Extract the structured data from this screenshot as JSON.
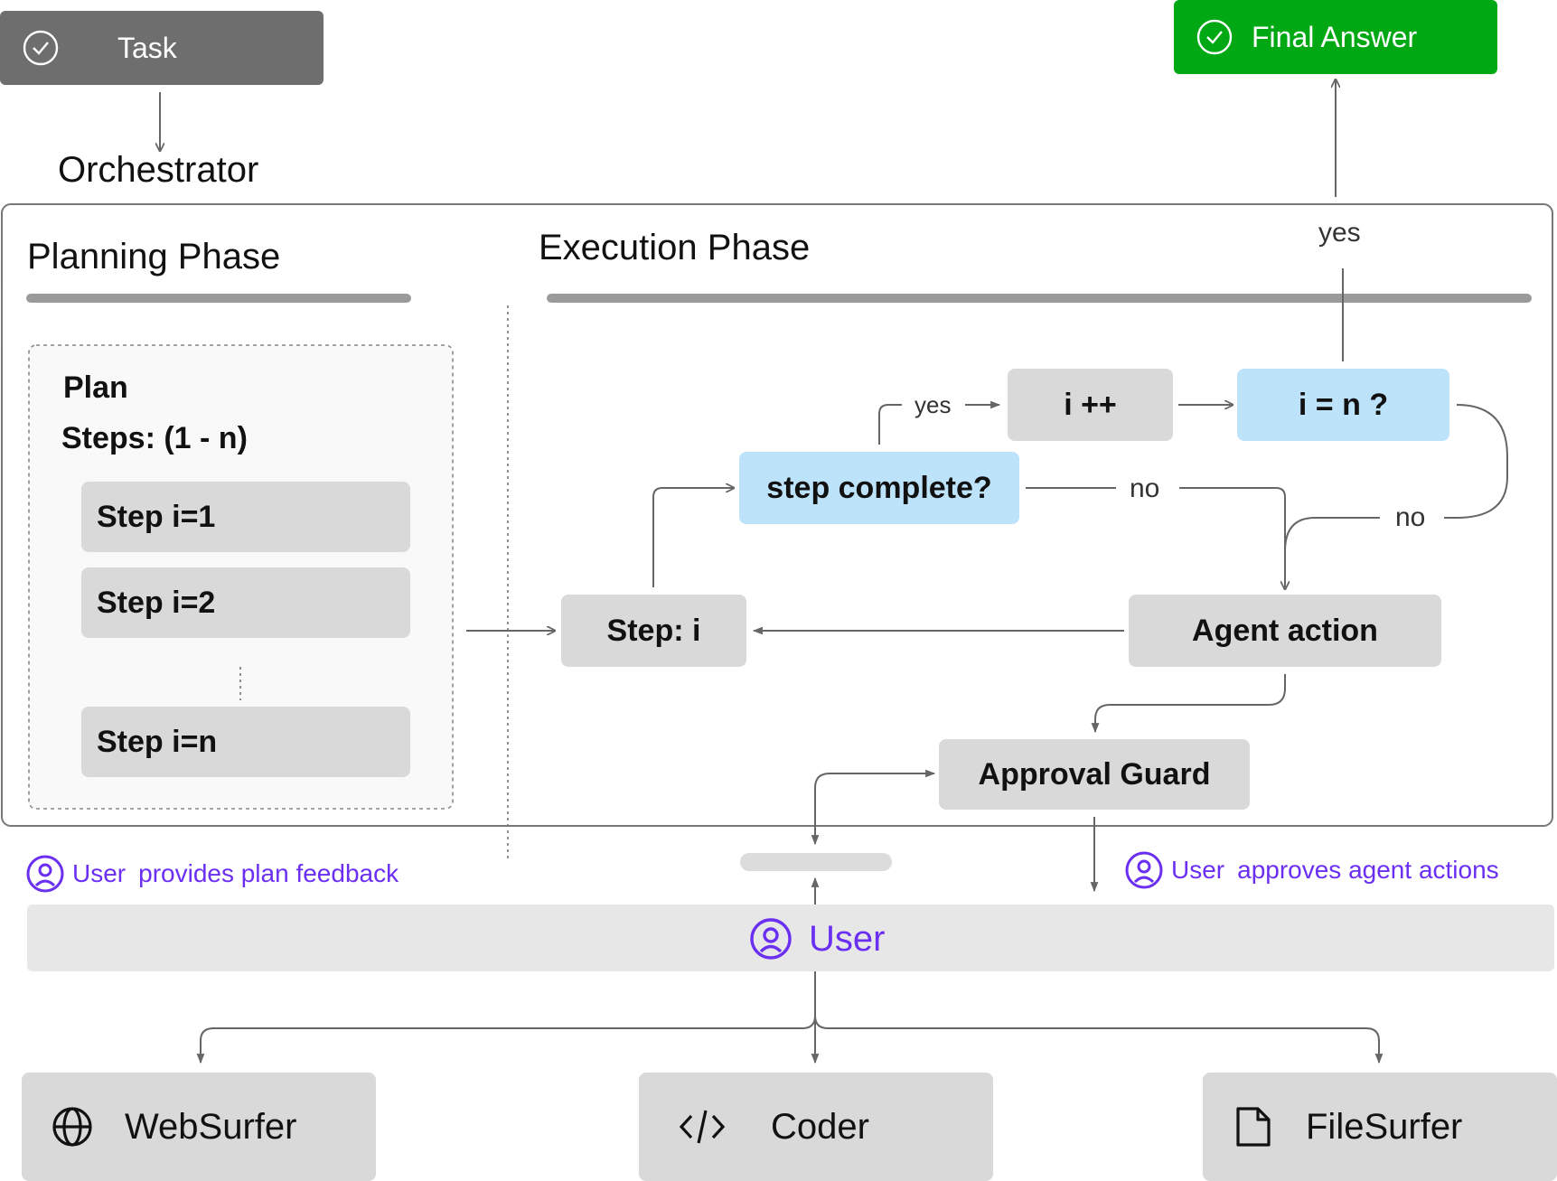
{
  "task": {
    "label": "Task"
  },
  "final_answer": {
    "label": "Final Answer"
  },
  "orchestrator": {
    "title": "Orchestrator"
  },
  "planning": {
    "title": "Planning Phase",
    "plan_title": "Plan",
    "plan_steps": "Steps: (1 - n)",
    "steps": [
      "Step i=1",
      "Step i=2",
      "Step i=n"
    ]
  },
  "execution": {
    "title": "Execution Phase",
    "step_i": "Step: i",
    "step_complete": "step complete?",
    "i_increment": "i ++",
    "i_equals_n": "i = n ?",
    "agent_action": "Agent action",
    "approval_guard": "Approval Guard",
    "yes_small": "yes",
    "yes_top": "yes",
    "no_step": "no",
    "no_loop": "no"
  },
  "user_notes": {
    "plan_feedback_user": "User",
    "plan_feedback_text": "provides plan feedback",
    "approve_user": "User",
    "approve_text": "approves agent actions"
  },
  "user_bar": {
    "label": "User"
  },
  "agents": [
    {
      "label": "WebSurfer",
      "icon": "globe-icon"
    },
    {
      "label": "Coder",
      "icon": "code-icon"
    },
    {
      "label": "FileSurfer",
      "icon": "file-icon"
    }
  ],
  "colors": {
    "task_bg": "#6e6e6e",
    "final_bg": "#00a814",
    "box_bg": "#d9d9d9",
    "decision_bg": "#bde3fb",
    "accent_purple": "#6b2ff2"
  }
}
